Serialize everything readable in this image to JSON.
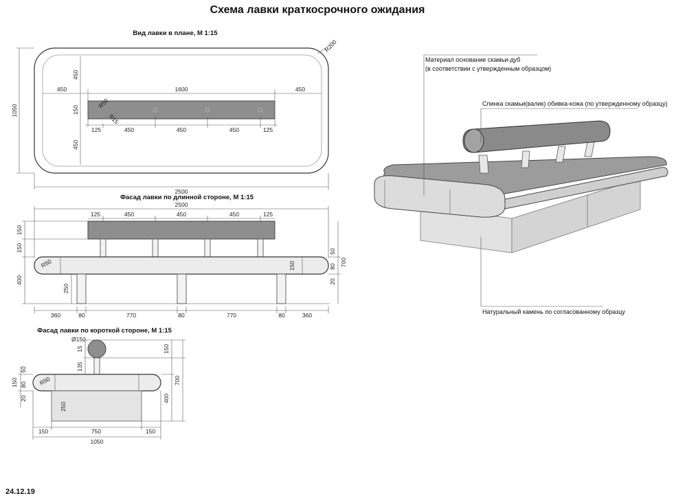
{
  "title": "Схема лавки краткосрочного ожидания",
  "date": "24.12.19",
  "plan_view": {
    "title": "Вид лавки в плане, М 1:15",
    "dims": {
      "r200": "R200",
      "overall_h": "1050",
      "top_450": "450",
      "bottom_450": "450",
      "left_450": "450",
      "right_450": "450",
      "len_1600": "1600",
      "pipe_150": "150",
      "r50": "R50",
      "r15": "R15",
      "seg_125a": "125",
      "seg_450a": "450",
      "seg_450b": "450",
      "seg_450c": "450",
      "seg_125b": "125",
      "overall_w": "2500"
    }
  },
  "long_facade": {
    "title": "Фасад лавки по длинной стороне, М 1:15",
    "dims": {
      "overall_w": "2500",
      "seg_125a": "125",
      "seg_450a": "450",
      "seg_450b": "450",
      "seg_450c": "450",
      "seg_125b": "125",
      "h_150a": "150",
      "h_150b": "150",
      "h_400": "400",
      "h_250": "250",
      "r50": "R50",
      "seat_150": "150",
      "r_50": "50",
      "r_80": "80",
      "r_20": "20",
      "r_700": "700",
      "b_360a": "360",
      "b_80a": "80",
      "b_770a": "770",
      "b_80b": "80",
      "b_770b": "770",
      "b_80c": "80",
      "b_360b": "360"
    }
  },
  "short_facade": {
    "title": "Фасад лавки по короткой стороне, М 1:15",
    "dims": {
      "d150": "Ø150",
      "h_15": "15",
      "h_135": "135",
      "h_50": "50",
      "h_150l": "150",
      "h_80": "80",
      "h_20": "20",
      "r50": "R50",
      "h_250": "250",
      "r_150": "150",
      "r_400": "400",
      "r_700": "700",
      "b_150a": "150",
      "b_750": "750",
      "b_150b": "150",
      "overall": "1050"
    }
  },
  "notes": {
    "material": [
      "Материал основание скамьи-дуб",
      "(в соответствии с утвержденным образцом)"
    ],
    "backrest": "Спинка скамьи(валик) обивка-кожа (по утвержденному образцу)",
    "stone": "Натуральный камень по согласованному образцу"
  }
}
